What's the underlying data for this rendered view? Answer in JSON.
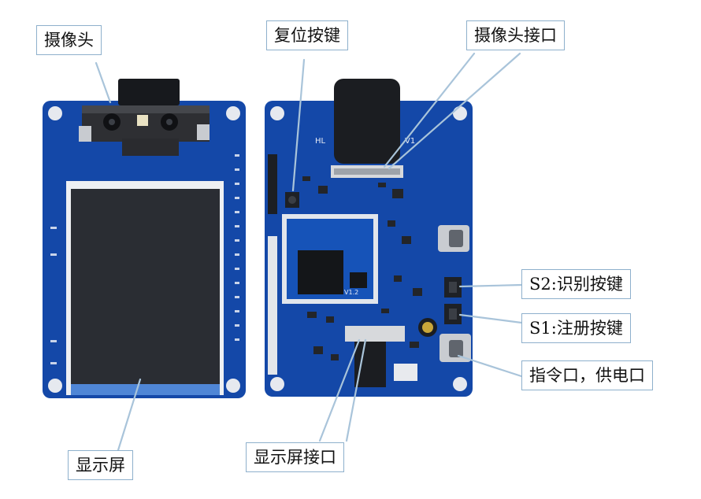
{
  "callouts": {
    "camera": "摄像头",
    "reset_button": "复位按键",
    "camera_connector": "摄像头接口",
    "s2_button": "S2:识别按键",
    "s1_button": "S1:注册按键",
    "command_power_port": "指令口，供电口",
    "display": "显示屏",
    "display_connector": "显示屏接口"
  },
  "board_silkscreen": {
    "back_version": "V1",
    "mcu_version": "V1.2"
  },
  "colors": {
    "pcb": "#1448a8",
    "pcb_dark": "#0d3a8a",
    "screen": "#2a2d33",
    "callout_border": "#8eb0cc",
    "leader_line": "#a9c4da"
  }
}
